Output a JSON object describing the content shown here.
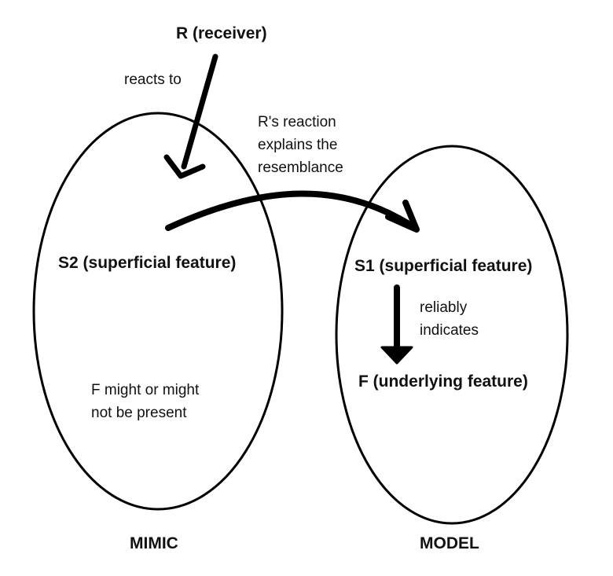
{
  "receiver": {
    "label": "R (receiver)"
  },
  "mimic": {
    "title": "MIMIC",
    "feature_label": "S2 (superficial feature)",
    "note": "F might or might\nnot be present"
  },
  "model": {
    "title": "MODEL",
    "superficial_label": "S1 (superficial feature)",
    "underlying_label": "F (underlying feature)"
  },
  "relations": {
    "reacts_to": "reacts to",
    "reaction_explains": "R's reaction\nexplains the\nresemblance",
    "reliably_indicates": "reliably\nindicates"
  },
  "colors": {
    "stroke": "#000000",
    "text": "#111111",
    "background": "#ffffff"
  }
}
